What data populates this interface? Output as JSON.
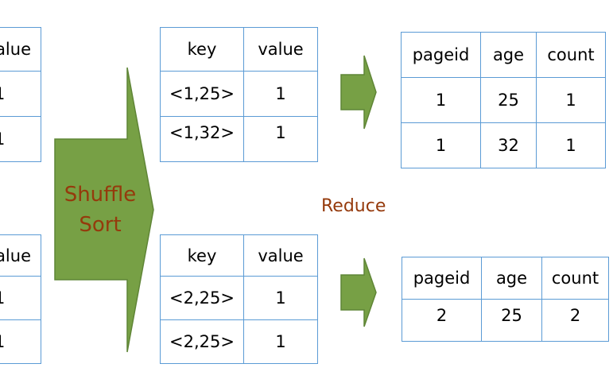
{
  "shuffle_sort": {
    "line1": "Shuffle",
    "line2": "Sort"
  },
  "reduce_label": "Reduce",
  "left_tables": [
    {
      "header": "alue",
      "rows": [
        "1",
        "1"
      ]
    },
    {
      "header": "alue",
      "rows": [
        "1",
        "1"
      ]
    }
  ],
  "middle_tables": [
    {
      "headers": [
        "key",
        "value"
      ],
      "rows": [
        [
          "<1,25>",
          "1"
        ],
        [
          "<1,32>",
          "1"
        ]
      ]
    },
    {
      "headers": [
        "key",
        "value"
      ],
      "rows": [
        [
          "<2,25>",
          "1"
        ],
        [
          "<2,25>",
          "1"
        ]
      ]
    }
  ],
  "result_tables": [
    {
      "headers": [
        "pageid",
        "age",
        "count"
      ],
      "rows": [
        [
          "1",
          "25",
          "1"
        ],
        [
          "1",
          "32",
          "1"
        ]
      ]
    },
    {
      "headers": [
        "pageid",
        "age",
        "count"
      ],
      "rows": [
        [
          "2",
          "25",
          "2"
        ]
      ]
    }
  ],
  "colors": {
    "arrow_fill": "#77a045",
    "arrow_stroke": "#5f8536",
    "table_border": "#5b9bd5",
    "label_text": "#953a0c"
  }
}
